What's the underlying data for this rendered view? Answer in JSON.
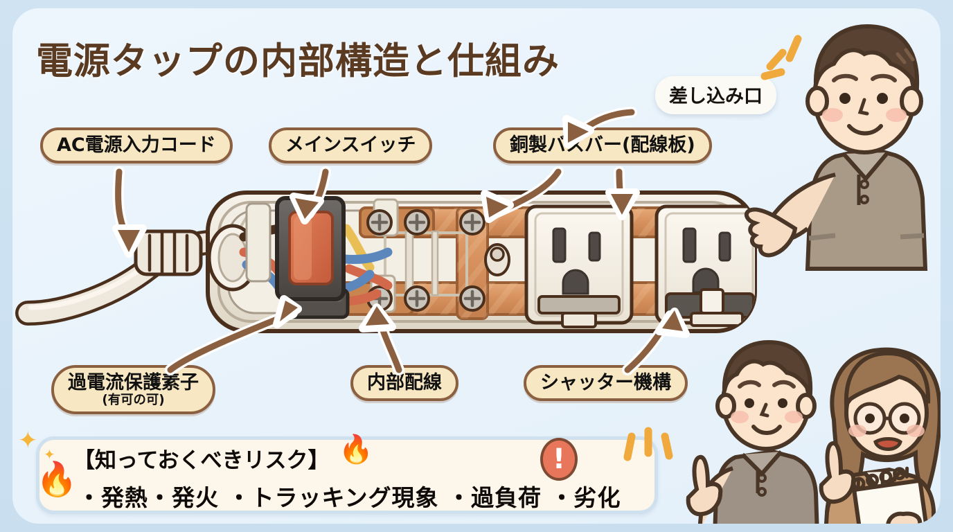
{
  "page": {
    "title": "電源タップの内部構造と仕組み",
    "bg_outer": "#cfe2f0",
    "bg_card": "#eef6fd",
    "title_color": "#5b3a22",
    "label_fill": "#f8e7c3",
    "label_border": "#8a6040",
    "arrow_color": "#8a6040",
    "banner_fill": "#fdf6ea",
    "banner_border": "#cfe0ef",
    "warn_color": "#e8765a",
    "copper_color": "#d99a69",
    "body_color": "#efe9de"
  },
  "labels": {
    "ac_cord": "AC電源入力コード",
    "main_switch": "メインスイッチ",
    "busbar": "銅製バスバー(配線板)",
    "inlet": "差し込み口",
    "ocp_main": "過電流保護素子",
    "ocp_sub": "(有可の可)",
    "internal_wiring": "内部配線",
    "shutter": "シャッター機構"
  },
  "risk": {
    "heading": "【知っておくべきリスク】",
    "items_line": "・発熱・発火 ・トラッキング現象 ・過負荷 ・劣化",
    "items": [
      "発熱",
      "発火",
      "トラッキング現象",
      "過負荷",
      "劣化"
    ],
    "flame_icon": "🔥",
    "flame_icon_small": "🔥",
    "sparkle_icon": "✦",
    "sparkle_icon_small": "✦",
    "warn_icon": "!"
  },
  "illustration": {
    "name": "power-strip-cutaway",
    "parts": [
      "ac-power-cord",
      "strain-relief",
      "main-rocker-switch",
      "overcurrent-protection-device",
      "internal-wires",
      "copper-busbar-top",
      "copper-busbar-bottom",
      "terminal-screws",
      "outlet-socket-1",
      "outlet-socket-2",
      "shutter-mechanism"
    ]
  },
  "characters": [
    {
      "name": "man-pointing-left",
      "shirt_color": "#a99a87",
      "hair_color": "#5a4233"
    },
    {
      "name": "man-pointing-up",
      "shirt_color": "#9e9286",
      "hair_color": "#5a4233"
    },
    {
      "name": "woman-with-notepad",
      "shirt_color": "#c59a71",
      "hair_color": "#9b7551"
    }
  ]
}
